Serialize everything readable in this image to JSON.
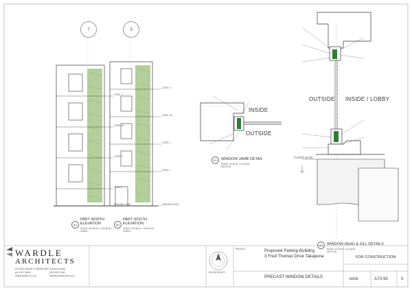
{
  "grid_markers": [
    "7",
    "3"
  ],
  "elevations": {
    "north": {
      "title": "PART NORTH",
      "title2": "ELEVATION",
      "tag": "W1",
      "sub1": "SCALE 1:50 @ A1, 1:100 @ A3",
      "sub2": "STAIR 1"
    },
    "south": {
      "title": "PART SOUTH",
      "title2": "ELEVATION",
      "tag": "W2",
      "sub1": "SCALE 1:50 @ A1, 1:100 @ A3",
      "sub2": "STAIR 2"
    }
  },
  "level_labels": [
    "LEVEL 3",
    "LEVEL 2A",
    "LEVEL 2",
    "LEVEL 1",
    "GROUND LEVEL"
  ],
  "jamb": {
    "inside": "INSIDE",
    "outside": "OUTSIDE",
    "title": "WINDOW JAMB DETAIL",
    "tag": "W3",
    "sub1": "SCALE 1:5 @ A1, 1:10 @ A3",
    "sub2": "SECTION"
  },
  "head_sill": {
    "outside": "OUTSIDE",
    "inside": "INSIDE / LOBBY",
    "floor_level": "FLOOR LEVEL",
    "title": "WINDOW HEAD & SILL DETAILS",
    "tag": "W4",
    "sub1": "SCALE 1:5 @ A1, 1:10 @ A3",
    "sub2": "SECTION"
  },
  "title_block": {
    "logo_line1": "WARDLE",
    "logo_line2": "ARCHITECTS",
    "address": "PO BOX 80169  ●  GREEN BAY  ●  AUCKLAND",
    "phone": "ph  8 817 8611",
    "fax": "(09) 303 1248",
    "email": "Al@wardle24.co.nz",
    "web": "Wardlearchitects.co.nz",
    "north_label": "ELEVATION KEY",
    "project_label": "PROJECT",
    "project_line1": "Proposed Parking Building",
    "project_line2": "3 Fred Thomas Drive Takapuna",
    "drawing_title": "PRECAST WINDOW DETAILS",
    "status": "FOR CONSTRUCTION",
    "job_number": "14045",
    "sheet_number": "A70-50",
    "revision": "0"
  },
  "colors": {
    "line": "#333333",
    "green": "#9bbf7a",
    "greenDark": "#6f9a4e",
    "gray": "#bdbdbd"
  }
}
